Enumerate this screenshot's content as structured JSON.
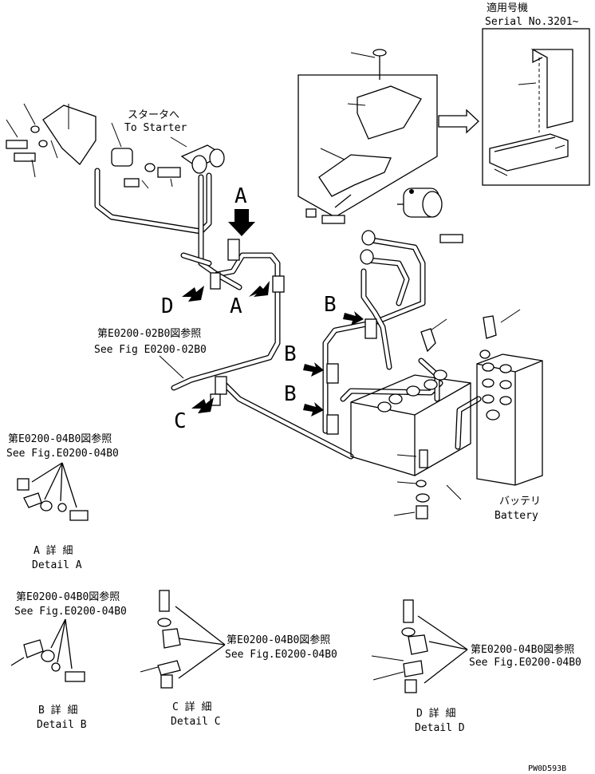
{
  "serial_block": {
    "jp": "適用号機",
    "en": "Serial No.3201~"
  },
  "starter": {
    "jp": "スタータへ",
    "en": "To Starter"
  },
  "view_labels": {
    "a_top": "A",
    "a_mid": "A",
    "b1": "B",
    "b2": "B",
    "b3": "B",
    "c": "C",
    "d": "D"
  },
  "ref_0200_02": {
    "jp": "第E0200-02B0図参照",
    "en": "See Fig E0200-02B0"
  },
  "ref_left": {
    "jp": "第E0200-04B0図参照",
    "en": "See Fig.E0200-04B0"
  },
  "ref_b": {
    "jp": "第E0200-04B0図参照",
    "en": "See Fig.E0200-04B0"
  },
  "ref_c": {
    "jp": "第E0200-04B0図参照",
    "en": "See Fig.E0200-04B0"
  },
  "ref_d": {
    "jp": "第E0200-04B0図参照",
    "en": "See Fig.E0200-04B0"
  },
  "battery": {
    "jp": "バッテリ",
    "en": "Battery"
  },
  "detail_a": {
    "jp": "A 詳 細",
    "en": "Detail A"
  },
  "detail_b": {
    "jp": "B 詳 細",
    "en": "Detail B"
  },
  "detail_c": {
    "jp": "C 詳 細",
    "en": "Detail C"
  },
  "detail_d": {
    "jp": "D 詳 細",
    "en": "Detail D"
  },
  "drawing_code": "PW0D593B"
}
